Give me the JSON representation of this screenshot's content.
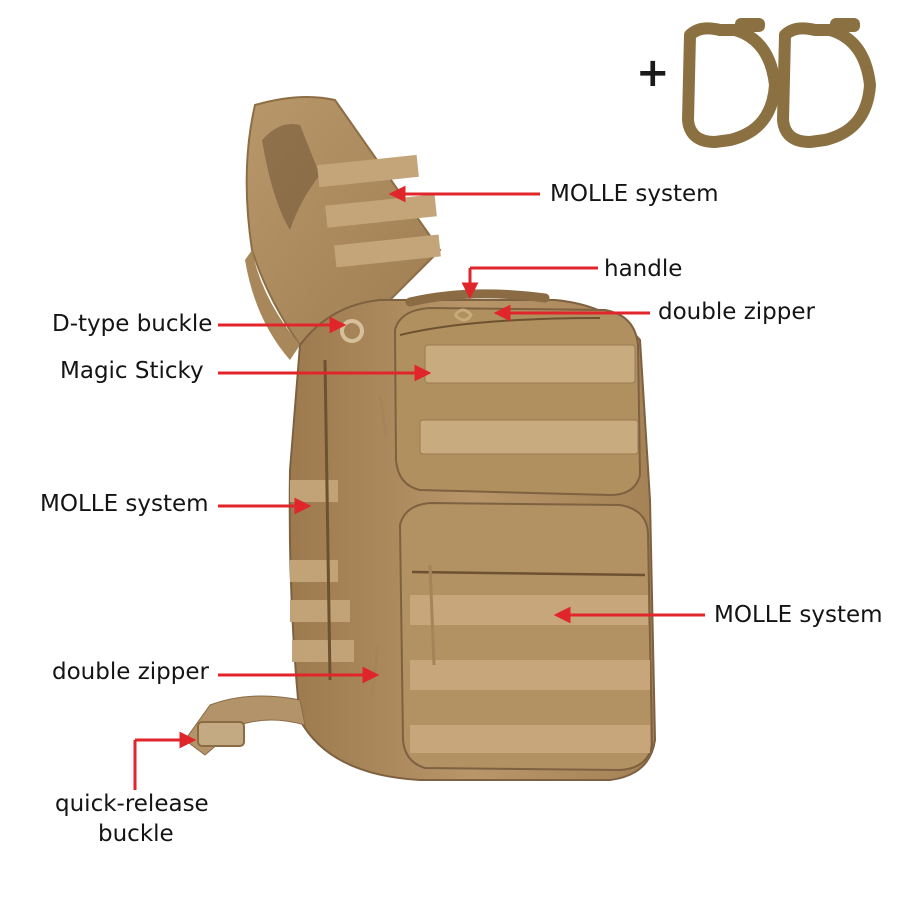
{
  "image": {
    "description_free": true,
    "accessory": {
      "plus_symbol": "+",
      "icon": "d-ring-carabiner-icon",
      "count": 2
    },
    "colors": {
      "bag": "#b08d5f",
      "bag_dark": "#8a6b43",
      "bag_light": "#c4a57a",
      "arrow": "#e0262b",
      "text": "#141414"
    }
  },
  "labels": {
    "molle_top": "MOLLE system",
    "handle": "handle",
    "double_zipper_top": "double zipper",
    "d_type_buckle": "D-type buckle",
    "magic_sticky": "Magic Sticky",
    "molle_left": "MOLLE system",
    "molle_right": "MOLLE system",
    "double_zipper_bottom": "double zipper",
    "quick_release_line1": "quick-release",
    "quick_release_line2": "buckle"
  }
}
